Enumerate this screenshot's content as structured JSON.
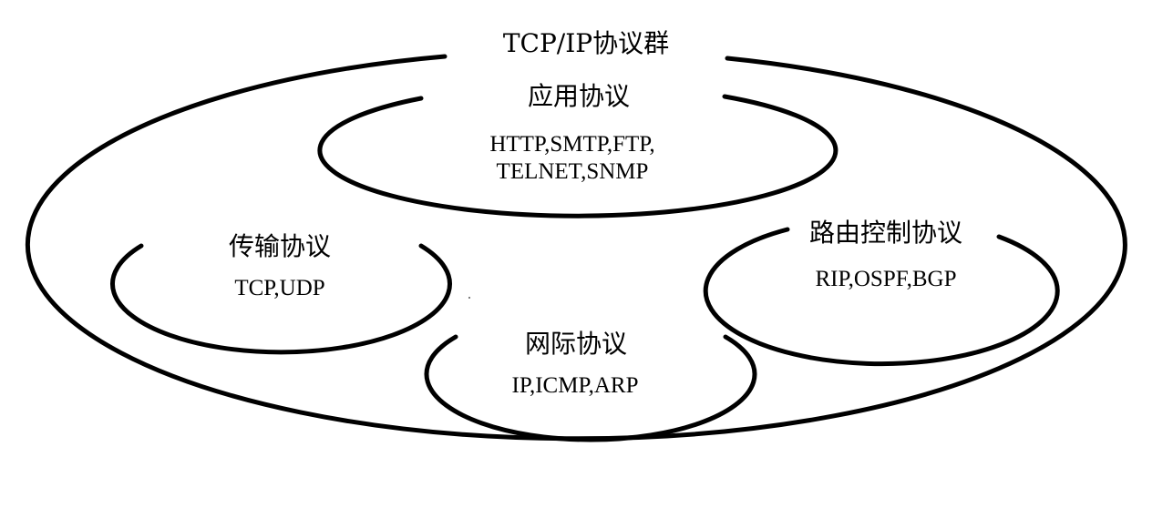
{
  "diagram": {
    "title": "TCP/IP协议群",
    "groups": {
      "application": {
        "name": "应用协议",
        "protocols_line1": "HTTP,SMTP,FTP,",
        "protocols_line2": "TELNET,SNMP"
      },
      "transport": {
        "name": "传输协议",
        "protocols": "TCP,UDP"
      },
      "routing": {
        "name": "路由控制协议",
        "protocols": "RIP,OSPF,BGP"
      },
      "internet": {
        "name": "网际协议",
        "protocols": "IP,ICMP,ARP"
      }
    }
  }
}
